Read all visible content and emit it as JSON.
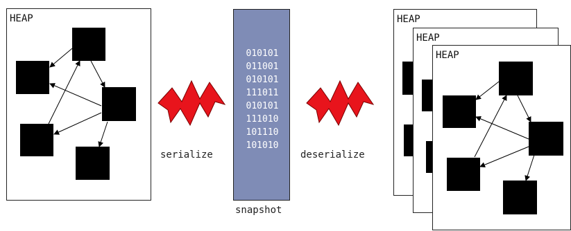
{
  "heap_label": "HEAP",
  "snapshot": {
    "bits": [
      "010101",
      "011001",
      "010101",
      "111011",
      "010101",
      "111010",
      "101110",
      "101010"
    ],
    "label": "snapshot"
  },
  "arrows": {
    "serialize_label": "serialize",
    "deserialize_label": "deserialize"
  },
  "colors": {
    "snapshot_fill": "#7f8cb6",
    "bolt_fill": "#e8141c",
    "node_fill": "#000000"
  }
}
